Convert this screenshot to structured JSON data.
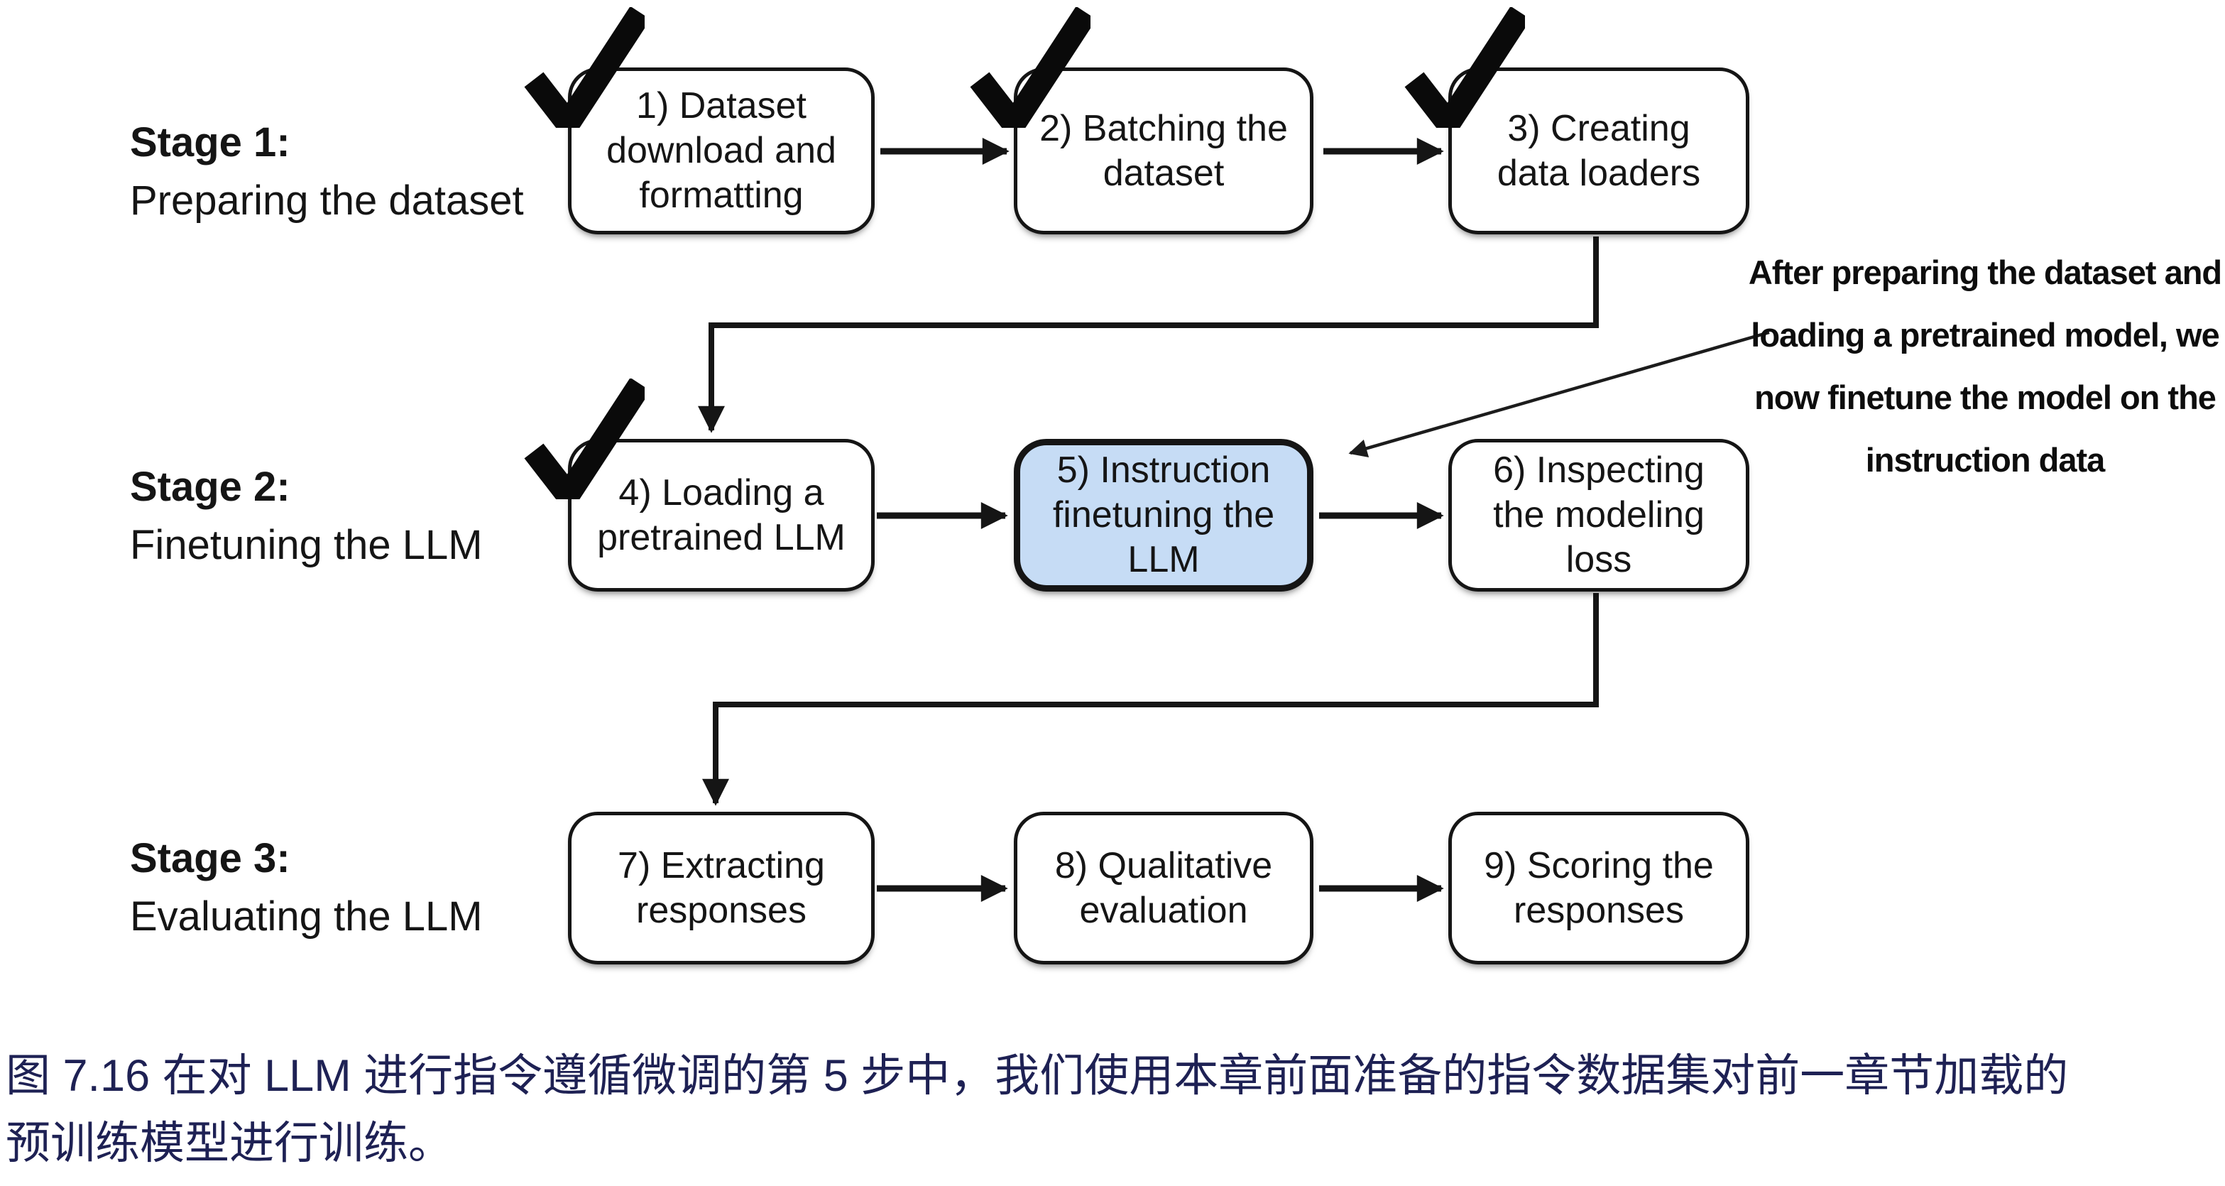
{
  "figure": {
    "stages": [
      {
        "title": "Stage 1:",
        "subtitle": "Preparing the dataset"
      },
      {
        "title": "Stage 2:",
        "subtitle": "Finetuning the LLM"
      },
      {
        "title": "Stage 3:",
        "subtitle": "Evaluating the LLM"
      }
    ],
    "boxes": [
      {
        "id": 1,
        "lines": [
          "1) Dataset",
          "download and",
          "formatting"
        ],
        "checked": true,
        "highlighted": false
      },
      {
        "id": 2,
        "lines": [
          "2) Batching the",
          "dataset"
        ],
        "checked": true,
        "highlighted": false
      },
      {
        "id": 3,
        "lines": [
          "3) Creating",
          "data loaders"
        ],
        "checked": true,
        "highlighted": false
      },
      {
        "id": 4,
        "lines": [
          "4) Loading a",
          "pretrained LLM"
        ],
        "checked": true,
        "highlighted": false
      },
      {
        "id": 5,
        "lines": [
          "5) Instruction",
          "finetuning the",
          "LLM"
        ],
        "checked": false,
        "highlighted": true
      },
      {
        "id": 6,
        "lines": [
          "6) Inspecting",
          "the modeling",
          "loss"
        ],
        "checked": false,
        "highlighted": false
      },
      {
        "id": 7,
        "lines": [
          "7) Extracting",
          "responses"
        ],
        "checked": false,
        "highlighted": false
      },
      {
        "id": 8,
        "lines": [
          "8) Qualitative",
          "evaluation"
        ],
        "checked": false,
        "highlighted": false
      },
      {
        "id": 9,
        "lines": [
          "9) Scoring the",
          "responses"
        ],
        "checked": false,
        "highlighted": false
      }
    ],
    "annotation": {
      "lines": [
        "After preparing the dataset and",
        "loading a pretrained model, we",
        "now finetune the model on the",
        "instruction data"
      ]
    },
    "caption": {
      "lines": [
        "图 7.16 在对 LLM 进行指令遵循微调的第 5 步中，我们使用本章前面准备的指令数据集对前一章节加载的",
        "预训练模型进行训练。"
      ]
    }
  },
  "colors": {
    "highlight": "#c6dcf5",
    "ink": "#151515",
    "caption": "#1e2154",
    "background": "#ffffff"
  }
}
